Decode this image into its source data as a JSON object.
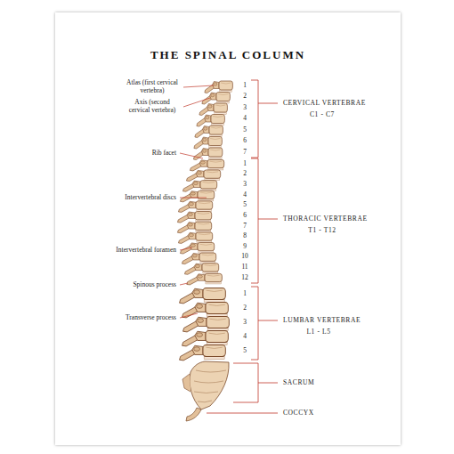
{
  "diagram": {
    "title": "THE SPINAL COLUMN",
    "labels": [
      "Atlas (first cervical vertebra)",
      "Axis (second cervical vertebra)",
      "Rib facet",
      "Intervertebral discs",
      "Intervertebral foramen",
      "Spinous process",
      "Transverse process",
      "1",
      "2",
      "3",
      "4",
      "5",
      "6",
      "7",
      "CERVICAL VERTEBRAE",
      "C1 - C7",
      "1",
      "2",
      "3",
      "4",
      "5",
      "6",
      "7",
      "8",
      "9",
      "10",
      "11",
      "12",
      "THORACIC VERTEBRAE",
      "T1 - T12",
      "1",
      "2",
      "3",
      "4",
      "5",
      "LUMBAR VERTEBRAE",
      "L1 - L5",
      "SACRUM",
      "COCCYX"
    ]
  }
}
